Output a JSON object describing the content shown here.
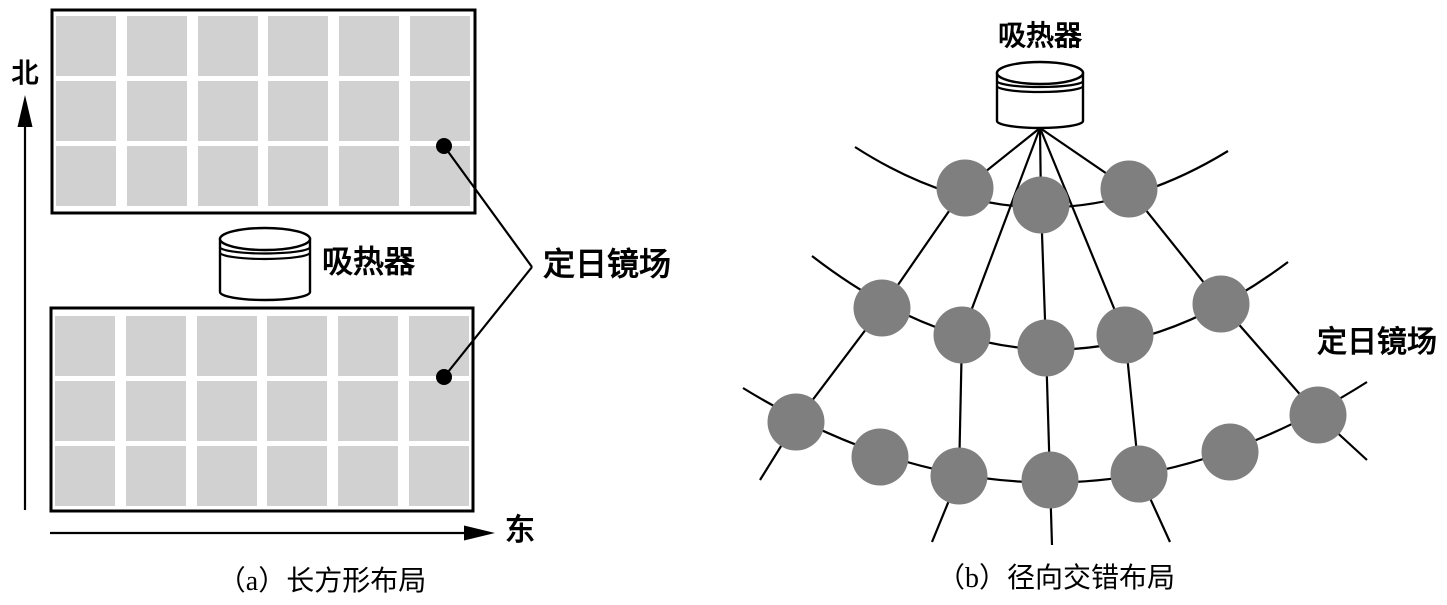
{
  "panel_a": {
    "caption": "（a）长方形布局",
    "north_label": "北",
    "east_label": "东",
    "receiver_label": "吸热器",
    "field_label": "定日镜场",
    "grid_blocks": 2,
    "grid_rows": 3,
    "grid_cols": 6,
    "mirror_color": "#d1d1d1",
    "line_color": "#000000"
  },
  "panel_b": {
    "caption": "（b）径向交错布局",
    "receiver_label": "吸热器",
    "field_label": "定日镜场",
    "ring_counts": [
      3,
      5,
      7
    ],
    "heliostat_color": "#7f7f7f",
    "line_color": "#000000"
  }
}
